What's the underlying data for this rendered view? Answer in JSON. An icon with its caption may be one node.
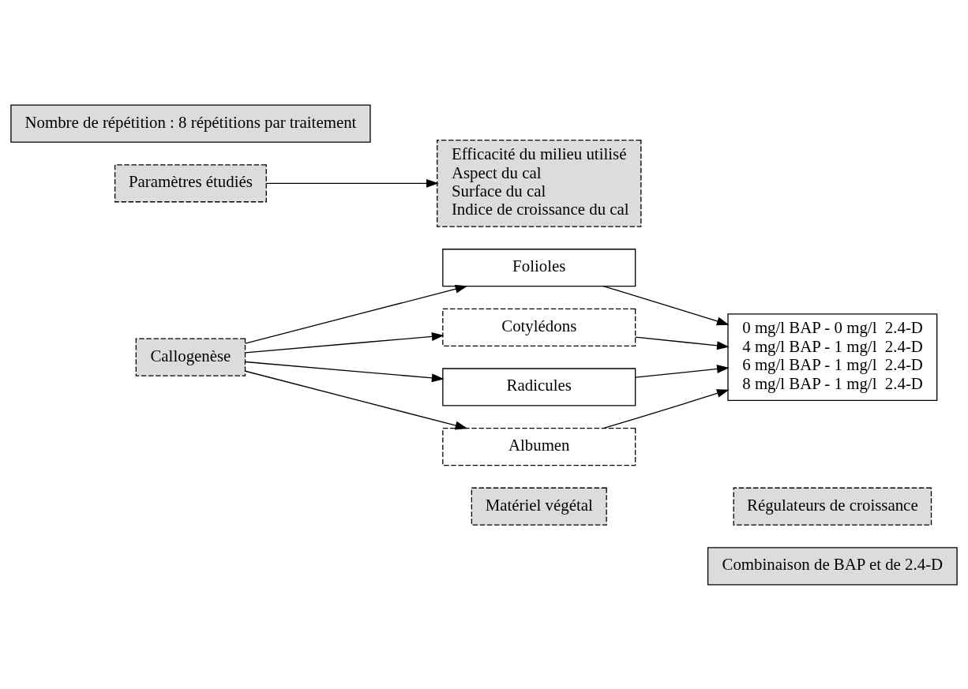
{
  "diagram": {
    "nodes": [
      {
        "text": [
          "Matériel végétal"
        ]
      },
      {
        "text": [
          "Régulateurs de croissance"
        ]
      },
      {
        "text": [
          "Combinaison de BAP et de 2.4-D"
        ]
      },
      {
        "text": [
          "Callogenèse"
        ]
      },
      {
        "text": [
          "Folioles"
        ]
      },
      {
        "text": [
          "Cotylédons"
        ]
      },
      {
        "text": [
          "Radicules"
        ]
      },
      {
        "text": [
          "Albumen"
        ]
      },
      {
        "text": [
          "0 mg/l BAP - 0 mg/l  2.4-D",
          "4 mg/l BAP - 1 mg/l  2.4-D",
          "6 mg/l BAP - 1 mg/l  2.4-D",
          "8 mg/l BAP - 1 mg/l  2.4-D"
        ]
      },
      {
        "text": [
          "Paramètres étudiés"
        ]
      },
      {
        "text": [
          "Efficacité du milieu utilisé",
          "Aspect du cal",
          "Surface du cal",
          "Indice de croissance du cal"
        ]
      },
      {
        "text": [
          "Nombre de répétition : 8 répétitions par traitement"
        ]
      }
    ],
    "edges": [
      {
        "from": 3,
        "to": 4,
        "arrow": "to"
      },
      {
        "from": 3,
        "to": 5,
        "arrow": "to"
      },
      {
        "from": 3,
        "to": 6,
        "arrow": "to"
      },
      {
        "from": 3,
        "to": 7,
        "arrow": "to"
      },
      {
        "from": 4,
        "to": 8,
        "arrow": "to"
      },
      {
        "from": 5,
        "to": 8,
        "arrow": "to"
      },
      {
        "from": 6,
        "to": 8,
        "arrow": "to"
      },
      {
        "from": 7,
        "to": 8,
        "arrow": "to"
      },
      {
        "from": 9,
        "to": 10,
        "arrow": "to"
      }
    ]
  }
}
